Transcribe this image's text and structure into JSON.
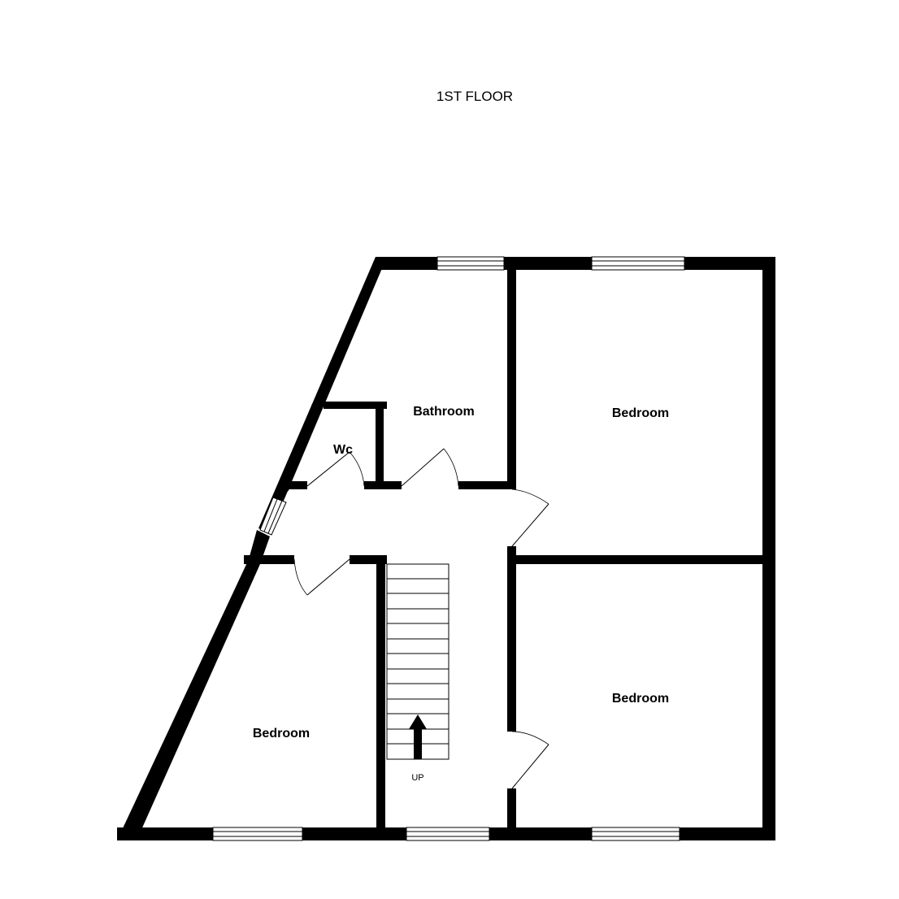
{
  "floor_title": "1ST FLOOR",
  "rooms": {
    "bathroom": "Bathroom",
    "wc": "Wc",
    "bedroom_top_right": "Bedroom",
    "bedroom_bottom_right": "Bedroom",
    "bedroom_bottom_left": "Bedroom"
  },
  "stairs": {
    "direction_label": "UP"
  },
  "colors": {
    "wall": "#000000",
    "background": "#ffffff"
  }
}
